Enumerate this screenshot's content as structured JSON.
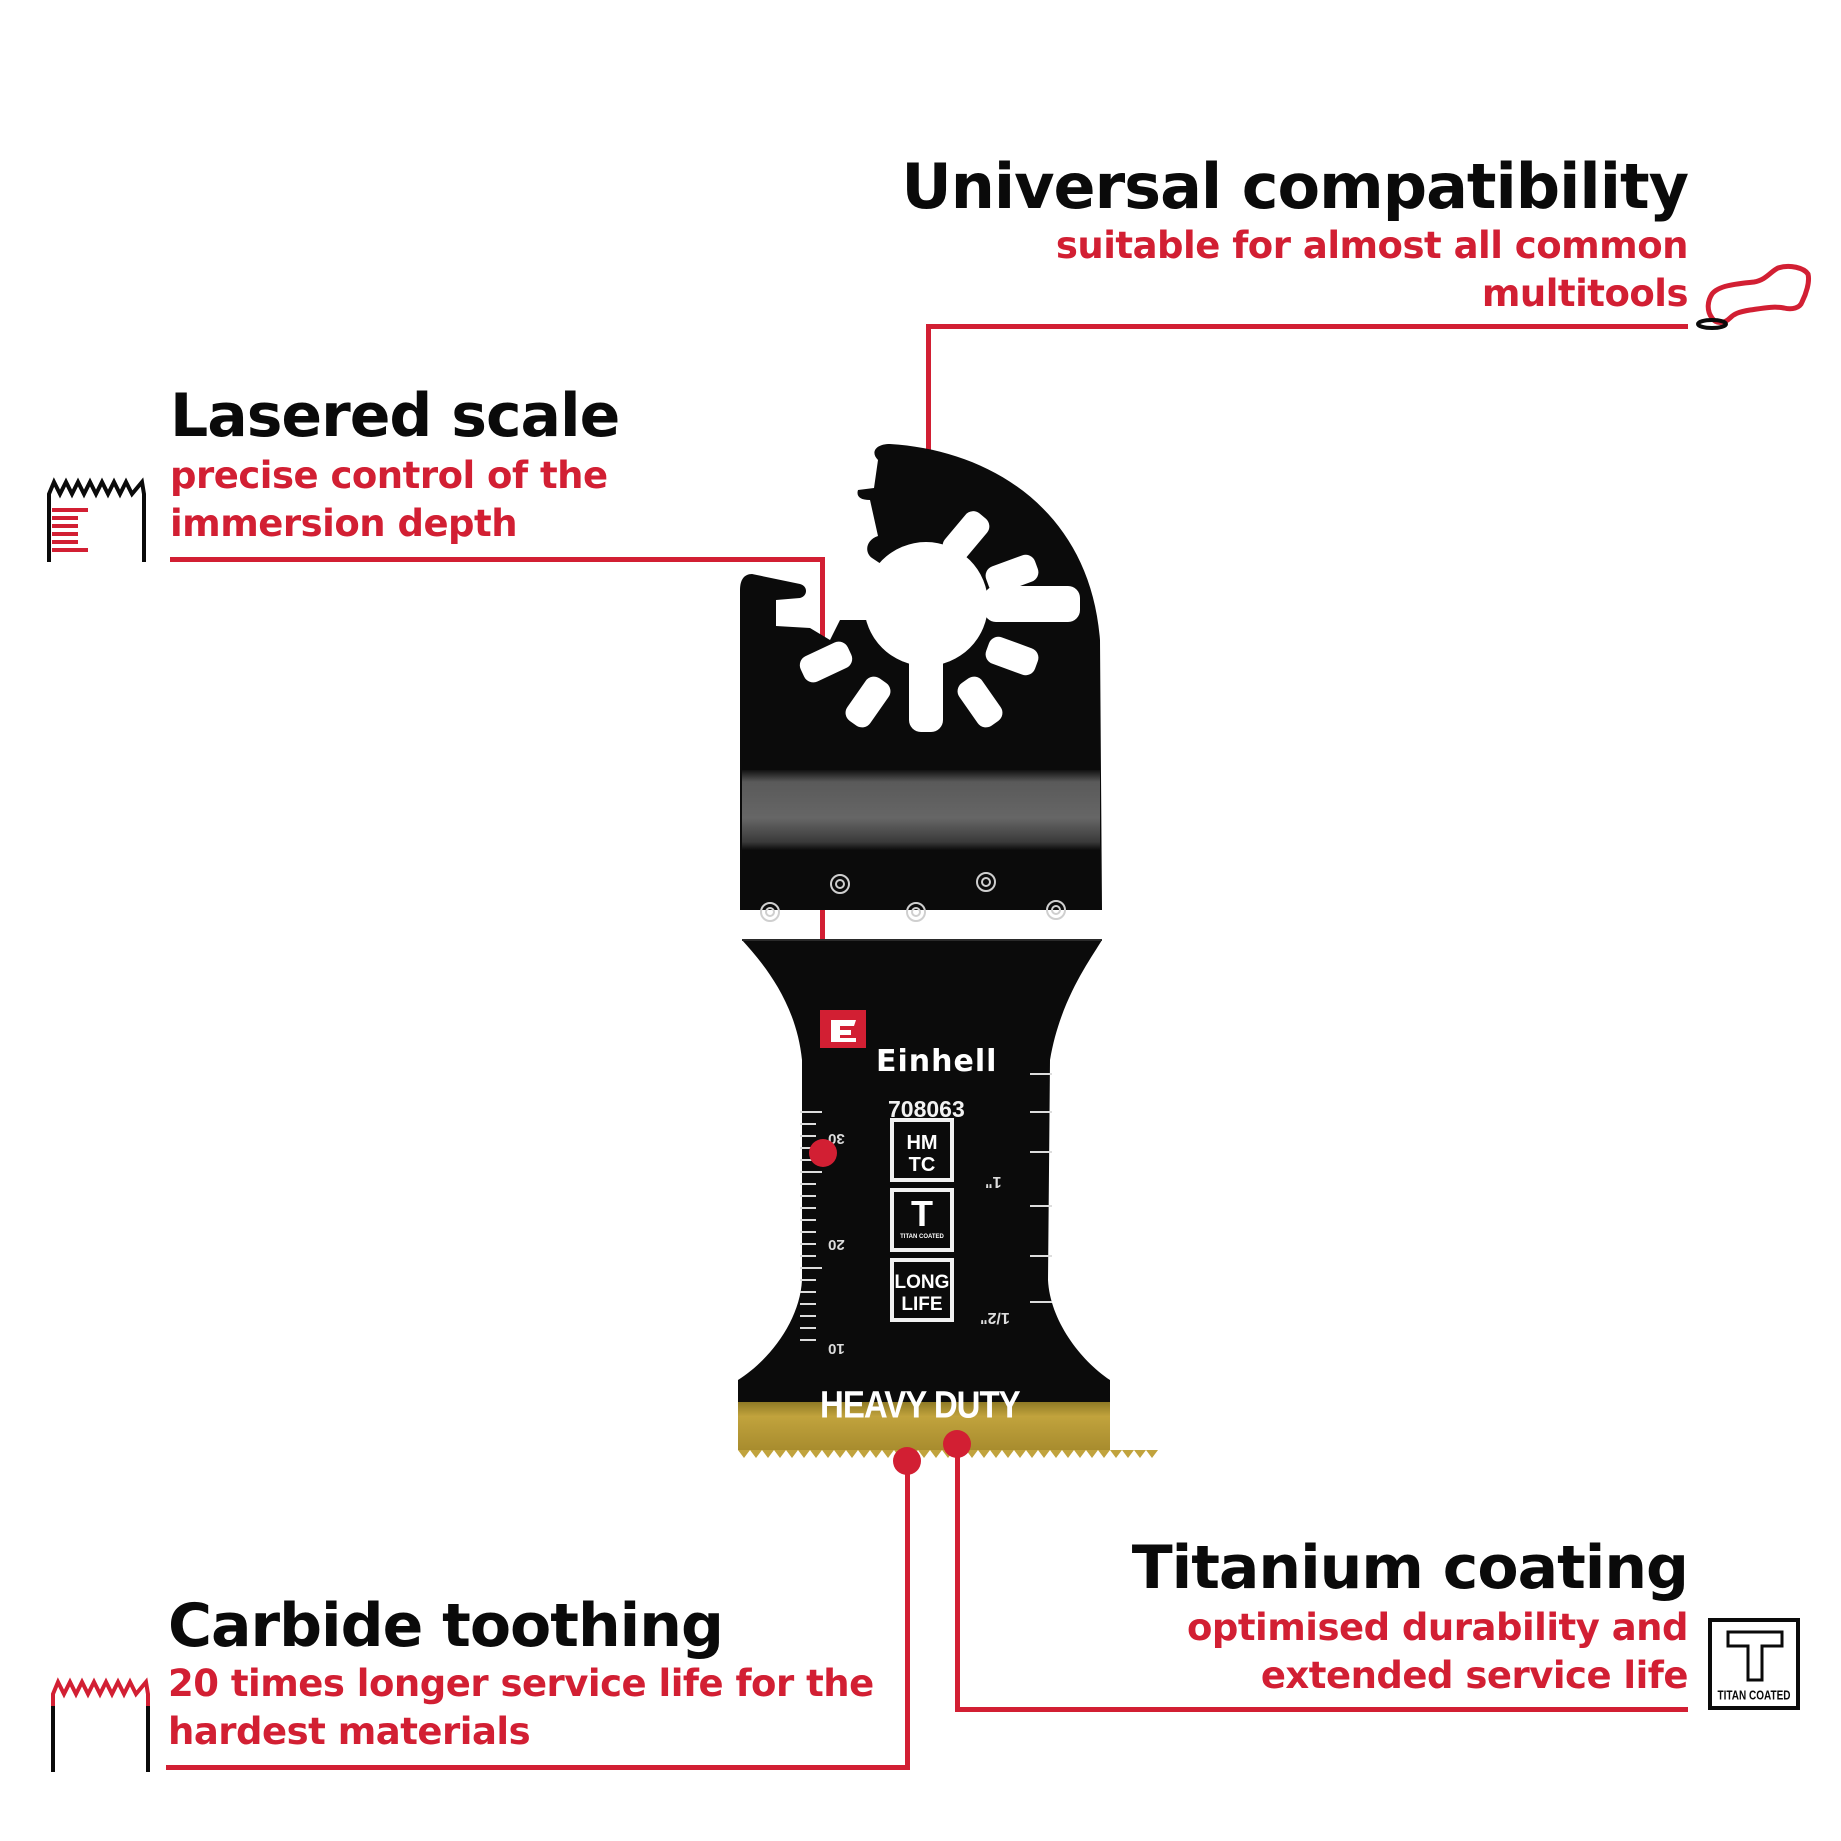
{
  "features": {
    "universal": {
      "title": "Universal compatibility",
      "subtitle_line1": "suitable for almost all common",
      "subtitle_line2": "multitools",
      "icon": "multitool-icon"
    },
    "lasered_scale": {
      "title": "Lasered scale",
      "subtitle_line1": "precise control of the",
      "subtitle_line2": "immersion depth",
      "icon": "scale-blade-icon"
    },
    "carbide": {
      "title": "Carbide toothing",
      "subtitle_line1": "20 times longer service life for the",
      "subtitle_line2": "hardest materials",
      "icon": "tooth-blade-icon"
    },
    "titanium": {
      "title": "Titanium coating",
      "subtitle_line1": "optimised durability and",
      "subtitle_line2": "extended service life",
      "icon": "titan-coated-icon",
      "icon_label": "TITAN COATED"
    }
  },
  "blade": {
    "brand": "Einhell",
    "article_number": "708063",
    "badges": [
      {
        "line1": "HM",
        "line2": "TC"
      },
      {
        "line1": "T",
        "line2": "TITAN COATED"
      },
      {
        "line1": "LONG",
        "line2": "LIFE"
      }
    ],
    "metric_scale": [
      "30",
      "20",
      "10"
    ],
    "inch_scale": [
      "1\"",
      "1/2\""
    ],
    "heavy_duty_label": "HEAVY DUTY"
  },
  "colors": {
    "accent_red": "#d21f33",
    "blade_black": "#0a0a0a",
    "titanium_gold": "#b79a33"
  }
}
